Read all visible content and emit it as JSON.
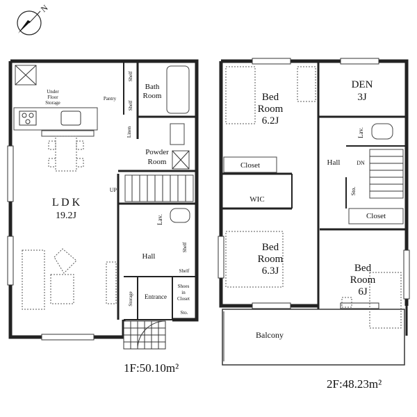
{
  "compass": {
    "north_label": "N"
  },
  "floor1": {
    "area_label": "1F:50.10m²",
    "rooms": {
      "ldk": {
        "name": "L D K",
        "size": "19.2J"
      },
      "bath": {
        "line1": "Bath",
        "line2": "Room"
      },
      "powder": {
        "line1": "Powder",
        "line2": "Room"
      },
      "hall": "Hall",
      "entrance": "Entrance",
      "storage": "Storage",
      "under_floor": {
        "line1": "Under",
        "line2": "Floor",
        "line3": "Storage"
      },
      "pantry": "Pantry",
      "shelf": "Shelf",
      "linen": "Linen",
      "lav": "Lav.",
      "up": "UP",
      "shoes_in_closet": {
        "line1": "Shoes",
        "line2": "in",
        "line3": "Closet"
      },
      "sto": "Sto."
    }
  },
  "floor2": {
    "area_label": "2F:48.23m²",
    "rooms": {
      "bed_top": {
        "line1": "Bed",
        "line2": "Room",
        "line3": "6.2J"
      },
      "den": {
        "line1": "DEN",
        "line2": "3J"
      },
      "bed_mid": {
        "line1": "Bed",
        "line2": "Room",
        "line3": "6.3J"
      },
      "bed_right": {
        "line1": "Bed",
        "line2": "Room",
        "line3": "6J"
      },
      "closet": "Closet",
      "wic": "WIC",
      "hall": "Hall",
      "lav": "Lav.",
      "dn": "DN",
      "sto": "Sto.",
      "balcony": "Balcony"
    }
  }
}
